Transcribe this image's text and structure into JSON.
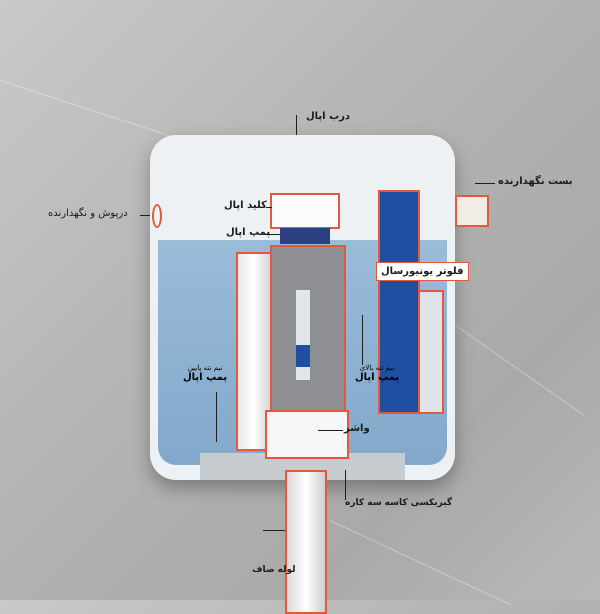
{
  "labels": {
    "lid": "درب اپال",
    "holder_clamp": "بست نگهدارنده",
    "cap_holder": "درپوش و نگهدارنده",
    "button": "کلید اپال",
    "pump": "پمپ اپال",
    "float_valve": "فلوتر یونیورسال",
    "upper_body_line1": "نیم تنه بالای",
    "upper_body_line2": "پمپ اپال",
    "lower_body_line1": "نیم تنه پایین",
    "lower_body_line2": "پمپ اپال",
    "washer": "واشر",
    "gearbox": "گیربکسی کاسه سه کاره",
    "straight_pipe": "لوله صاف"
  },
  "colors": {
    "accent": "#e2593b",
    "water": "#8fb3d3",
    "float_blue": "#1f4fa0"
  }
}
